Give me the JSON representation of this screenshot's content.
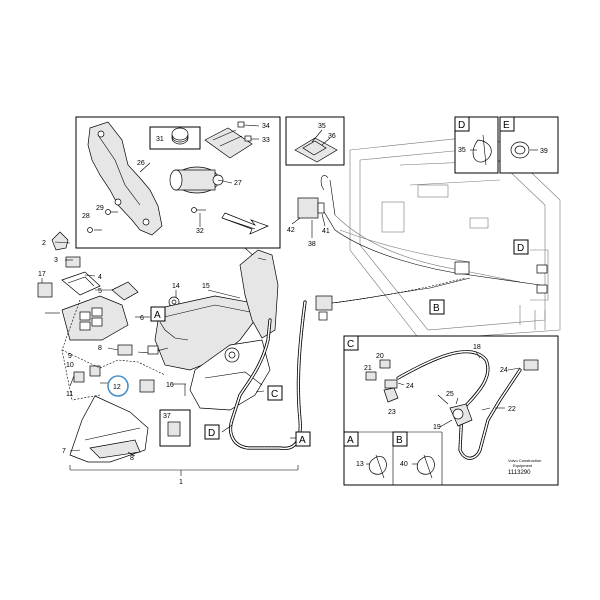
{
  "callouts": {
    "n1": "1",
    "n2": "2",
    "n3": "3",
    "n4": "4",
    "n5": "5",
    "n6": "6",
    "n7": "7",
    "n8a": "8",
    "n8b": "8",
    "n9": "9",
    "n10": "10",
    "n11": "11",
    "n12": "12",
    "n13": "13",
    "n14": "14",
    "n15": "15",
    "n16": "16",
    "n17": "17",
    "n18": "18",
    "n19": "19",
    "n20": "20",
    "n21": "21",
    "n22": "22",
    "n23": "23",
    "n24": "24",
    "n25": "25",
    "n26": "26",
    "n27": "27",
    "n28": "28",
    "n29": "29",
    "n31": "31",
    "n32": "32",
    "n33": "33",
    "n34": "34",
    "n35a": "35",
    "n35b": "35",
    "n36": "36",
    "n37": "37",
    "n38": "38",
    "n39": "39",
    "n40": "40",
    "n41": "41",
    "n42": "42"
  },
  "reference_letters": {
    "A": "A",
    "B": "B",
    "C": "C",
    "D": "D",
    "E": "E"
  },
  "footer": {
    "company": "Volvo Construction",
    "equipment": "Equipment",
    "drawing_number": "1113290"
  },
  "highlight_color": "#4a90c8"
}
